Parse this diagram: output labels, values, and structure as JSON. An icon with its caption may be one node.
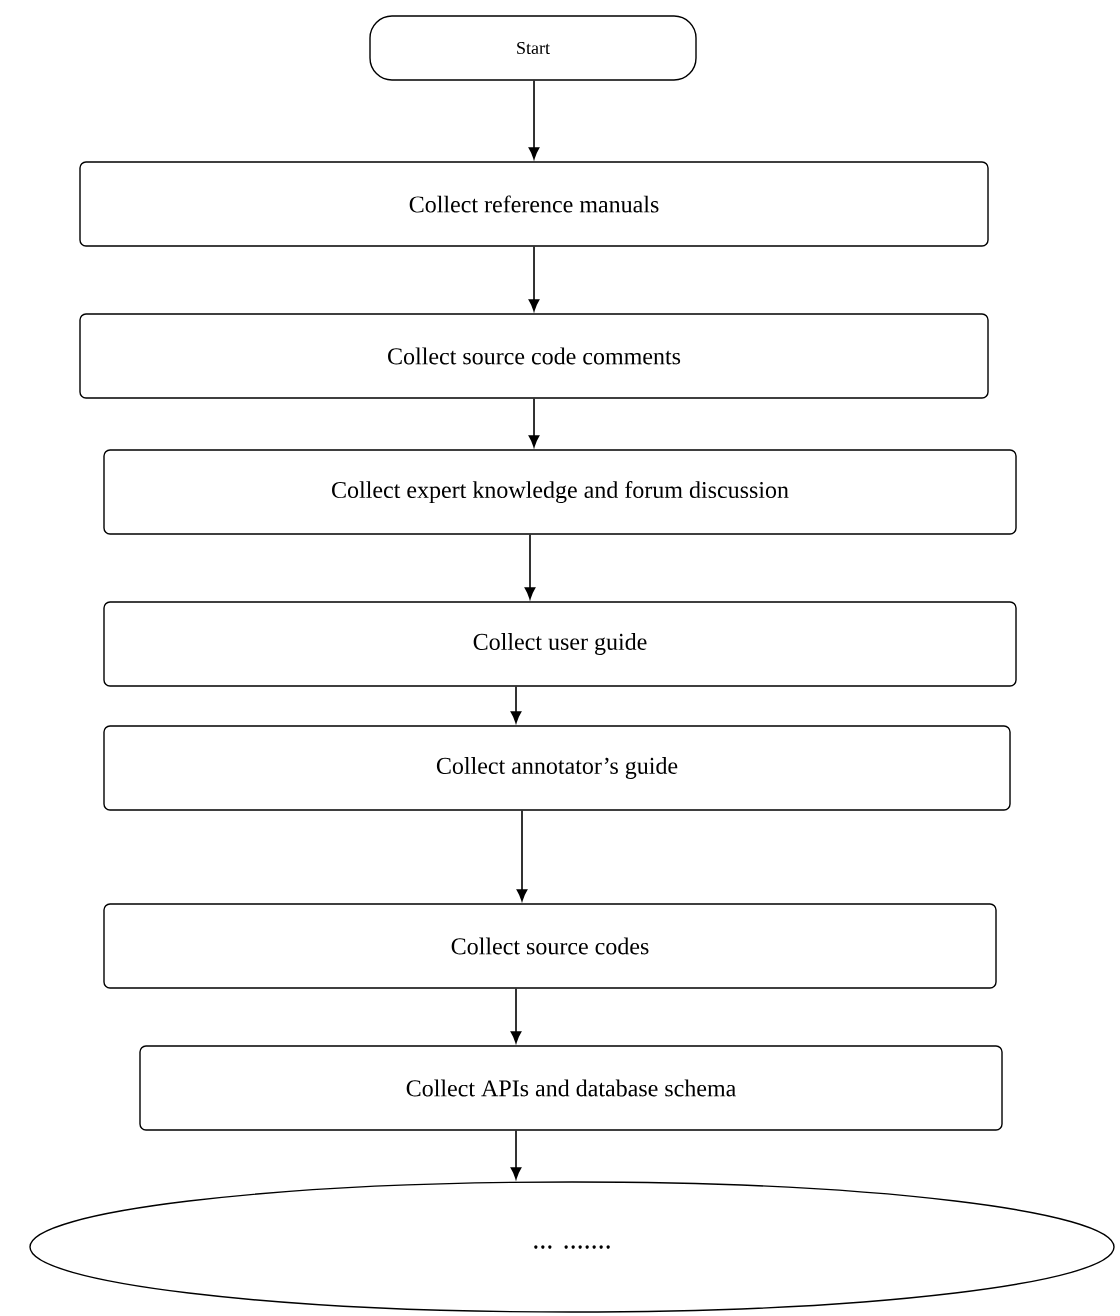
{
  "diagram": {
    "nodes": [
      {
        "text": [
          "Start"
        ]
      },
      {
        "text": [
          "Collect reference manuals"
        ]
      },
      {
        "text": [
          "Collect source code comments"
        ]
      },
      {
        "text": [
          "Collect expert knowledge and forum discussion"
        ]
      },
      {
        "text": [
          "Collect user guide"
        ]
      },
      {
        "text": [
          "Collect annotator’s guide"
        ]
      },
      {
        "text": [
          "Collect source codes"
        ]
      },
      {
        "text": [
          "Collect APIs and database schema"
        ]
      },
      {
        "text": [
          "... ......."
        ]
      }
    ],
    "edges": [
      {
        "from": 0,
        "to": 1,
        "arrow": "to"
      },
      {
        "from": 1,
        "to": 2,
        "arrow": "to"
      },
      {
        "from": 2,
        "to": 3,
        "arrow": "to"
      },
      {
        "from": 3,
        "to": 4,
        "arrow": "to"
      },
      {
        "from": 4,
        "to": 5,
        "arrow": "to"
      },
      {
        "from": 5,
        "to": 6,
        "arrow": "to"
      },
      {
        "from": 6,
        "to": 7,
        "arrow": "to"
      },
      {
        "from": 7,
        "to": 8,
        "arrow": "to"
      }
    ]
  }
}
